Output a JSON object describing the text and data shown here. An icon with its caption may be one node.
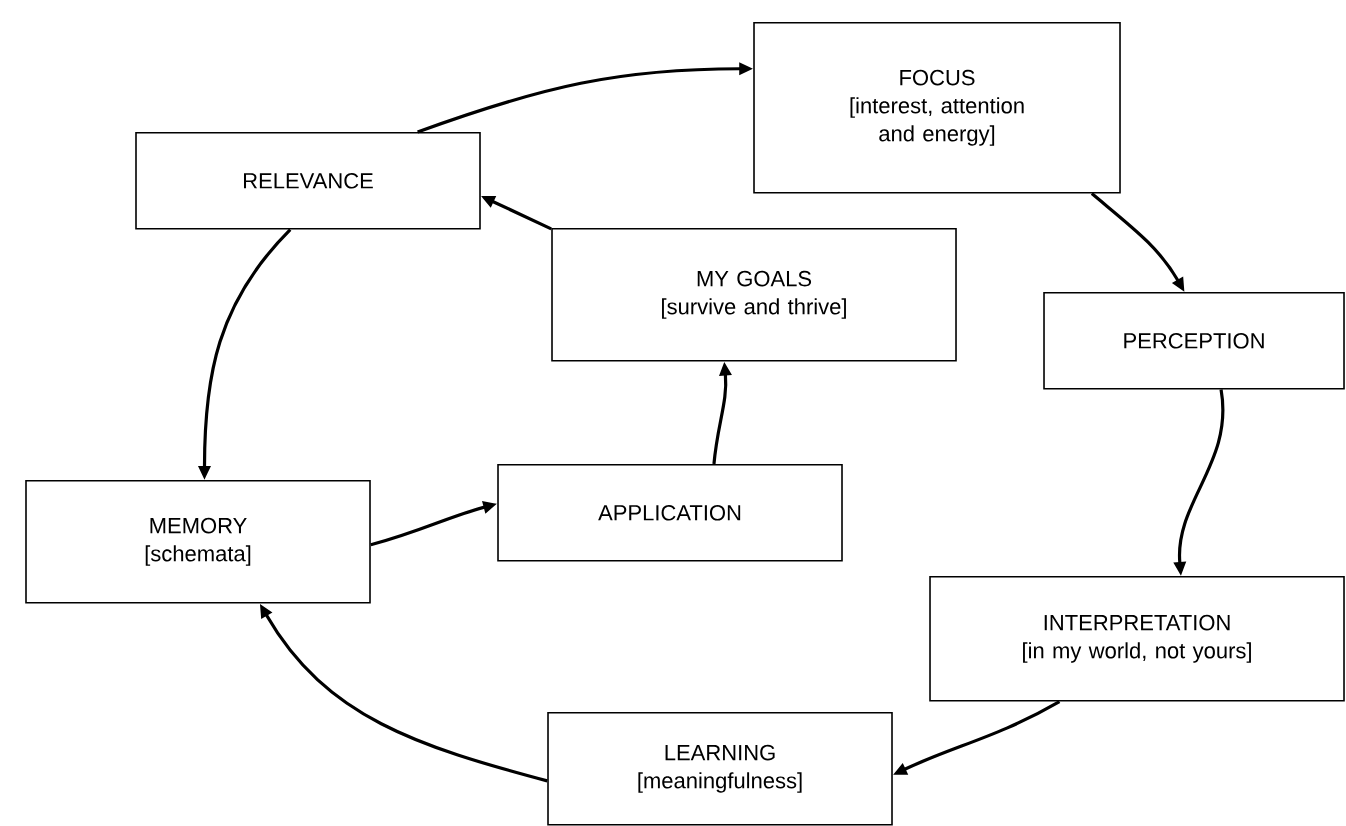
{
  "diagram": {
    "nodes": [
      {
        "text": [
          "FOCUS",
          "[interest, attention and energy]"
        ]
      },
      {
        "text": [
          "RELEVANCE"
        ]
      },
      {
        "text": [
          "MY GOALS",
          "[survive and thrive]"
        ]
      },
      {
        "text": [
          "PERCEPTION"
        ]
      },
      {
        "text": [
          "APPLICATION"
        ]
      },
      {
        "text": [
          "MEMORY",
          "[schemata]"
        ]
      },
      {
        "text": [
          "INTERPRETATION",
          "[in my world, not yours]"
        ]
      },
      {
        "text": [
          "LEARNING",
          "[meaningfulness]"
        ]
      }
    ],
    "edges": [
      {
        "from": 1,
        "to": 0,
        "arrow": "to"
      },
      {
        "from": 0,
        "to": 3,
        "arrow": "to"
      },
      {
        "from": 3,
        "to": 6,
        "arrow": "to"
      },
      {
        "from": 6,
        "to": 7,
        "arrow": "to"
      },
      {
        "from": 7,
        "to": 5,
        "arrow": "to"
      },
      {
        "from": 1,
        "to": 5,
        "arrow": "to"
      },
      {
        "from": 5,
        "to": 4,
        "arrow": "to"
      },
      {
        "from": 4,
        "to": 2,
        "arrow": "to"
      },
      {
        "from": 2,
        "to": 1,
        "arrow": "to"
      }
    ]
  }
}
